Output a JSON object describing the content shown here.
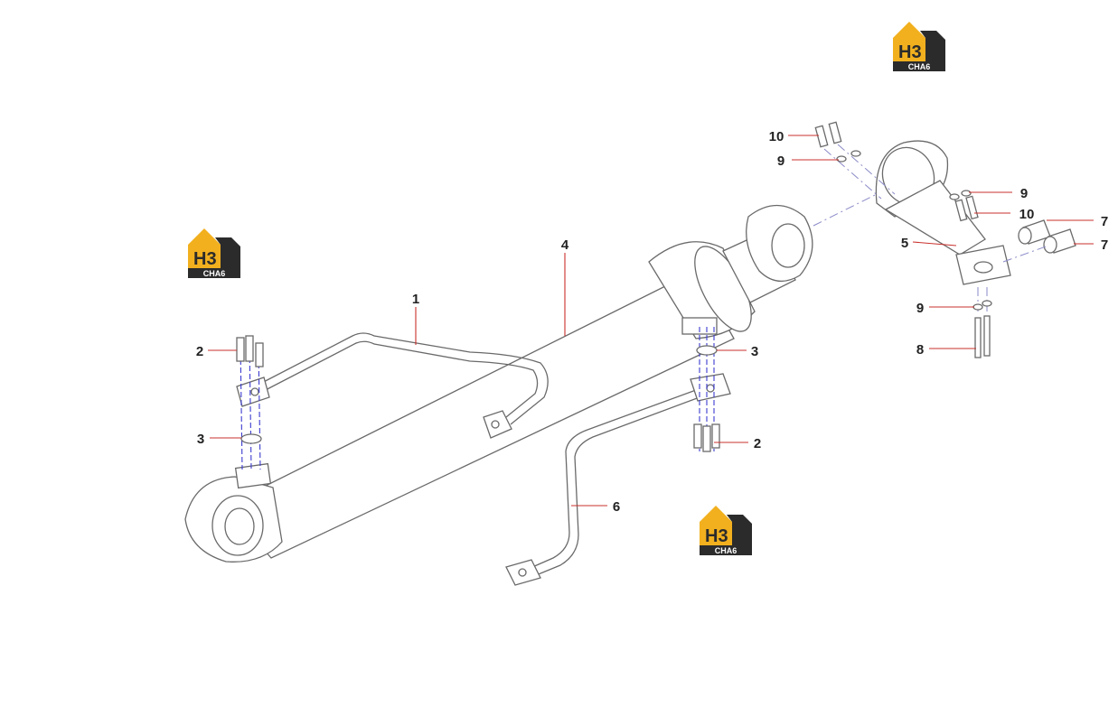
{
  "colors": {
    "logo_yellow": "#f2b01e",
    "logo_dark": "#2b2b2b",
    "leader_red": "#c9302c",
    "axis_blue": "#3b3bd0",
    "outline_gray": "#6a6a6a"
  },
  "logos": [
    {
      "id": "logo-top-right",
      "main": "H3",
      "sub": "CHA6"
    },
    {
      "id": "logo-left",
      "main": "H3",
      "sub": "CHA6"
    },
    {
      "id": "logo-bottom",
      "main": "H3",
      "sub": "CHA6"
    }
  ],
  "callouts": [
    {
      "id": "c1",
      "label": "1"
    },
    {
      "id": "c2a",
      "label": "2"
    },
    {
      "id": "c2b",
      "label": "2"
    },
    {
      "id": "c3a",
      "label": "3"
    },
    {
      "id": "c3b",
      "label": "3"
    },
    {
      "id": "c4",
      "label": "4"
    },
    {
      "id": "c5",
      "label": "5"
    },
    {
      "id": "c6",
      "label": "6"
    },
    {
      "id": "c7a",
      "label": "7"
    },
    {
      "id": "c7b",
      "label": "7"
    },
    {
      "id": "c8",
      "label": "8"
    },
    {
      "id": "c9a",
      "label": "9"
    },
    {
      "id": "c9b",
      "label": "9"
    },
    {
      "id": "c9c",
      "label": "9"
    },
    {
      "id": "c10a",
      "label": "10"
    },
    {
      "id": "c10b",
      "label": "10"
    }
  ]
}
